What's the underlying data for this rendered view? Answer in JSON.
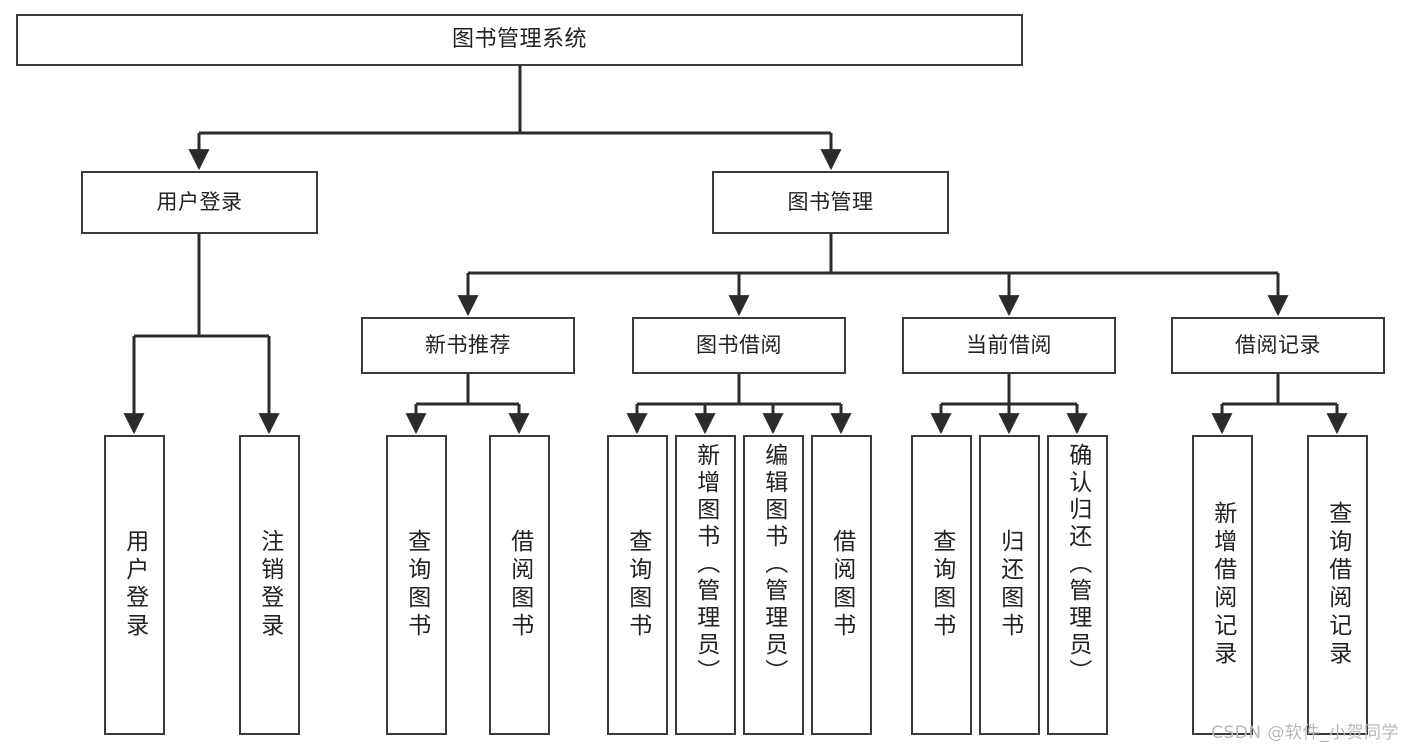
{
  "diagram": {
    "title": "图书管理系统",
    "type": "tree-hierarchy-diagram",
    "watermark": "CSDN @软件_小贺同学",
    "colors": {
      "background": "#ffffff",
      "box_border": "#3a3a3a",
      "connector": "#2b2b2b",
      "text": "#222222",
      "watermark": "#b9b9b9"
    },
    "nodes": {
      "root": "图书管理系统",
      "level1": {
        "user_login": "用户登录",
        "book_manage": "图书管理"
      },
      "level2": {
        "new_book_recommend": "新书推荐",
        "book_borrow": "图书借阅",
        "current_borrow": "当前借阅",
        "borrow_record": "借阅记录"
      },
      "leaves": {
        "user_login_leaf": "用户登录",
        "logout_leaf": "注销登录",
        "recommend_query": "查询图书",
        "recommend_borrow": "借阅图书",
        "borrow_query": "查询图书",
        "borrow_add": "新增图书（管理员）",
        "borrow_edit": "编辑图书（管理员）",
        "borrow_lend": "借阅图书",
        "current_query": "查询图书",
        "current_return": "归还图书",
        "current_confirm": "确认归还（管理员）",
        "record_add": "新增借阅记录",
        "record_query": "查询借阅记录"
      }
    },
    "edges": [
      {
        "from": "图书管理系统",
        "to": "用户登录"
      },
      {
        "from": "图书管理系统",
        "to": "图书管理"
      },
      {
        "from": "用户登录",
        "to": "用户登录"
      },
      {
        "from": "用户登录",
        "to": "注销登录"
      },
      {
        "from": "图书管理",
        "to": "新书推荐"
      },
      {
        "from": "图书管理",
        "to": "图书借阅"
      },
      {
        "from": "图书管理",
        "to": "当前借阅"
      },
      {
        "from": "图书管理",
        "to": "借阅记录"
      },
      {
        "from": "新书推荐",
        "to": "查询图书"
      },
      {
        "from": "新书推荐",
        "to": "借阅图书"
      },
      {
        "from": "图书借阅",
        "to": "查询图书"
      },
      {
        "from": "图书借阅",
        "to": "新增图书（管理员）"
      },
      {
        "from": "图书借阅",
        "to": "编辑图书（管理员）"
      },
      {
        "from": "图书借阅",
        "to": "借阅图书"
      },
      {
        "from": "当前借阅",
        "to": "查询图书"
      },
      {
        "from": "当前借阅",
        "to": "归还图书"
      },
      {
        "from": "当前借阅",
        "to": "确认归还（管理员）"
      },
      {
        "from": "借阅记录",
        "to": "新增借阅记录"
      },
      {
        "from": "借阅记录",
        "to": "查询借阅记录"
      }
    ]
  }
}
